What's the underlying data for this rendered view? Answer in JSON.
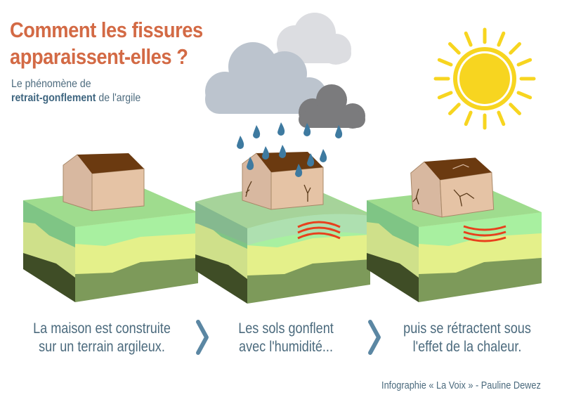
{
  "title": {
    "line1": "Comment les fissures",
    "line2": "apparaissent-elles ?"
  },
  "subtitle": {
    "line1": "Le phénomène de",
    "bold": "retrait-gonflement",
    "rest": " de l'argile"
  },
  "steps": [
    {
      "line1": "La maison est construite",
      "line2": "sur un terrain argileux."
    },
    {
      "line1": "Les sols gonflent",
      "line2": "avec l'humidité..."
    },
    {
      "line1": "puis se rétractent sous",
      "line2": "l'effet de la chaleur."
    }
  ],
  "credit": "Infographie « La Voix » - Pauline Dewez",
  "colors": {
    "title": "#d36a45",
    "text": "#4b6a7d",
    "arrow": "#5b87a3",
    "roof": "#6b3a10",
    "sun": "#f7d520",
    "rain": "#3e7aa0",
    "heat": "#e8401c"
  }
}
